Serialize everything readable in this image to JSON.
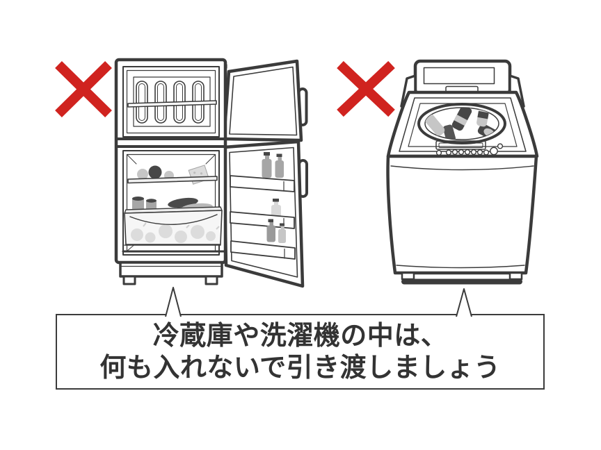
{
  "figure": {
    "caption": {
      "line1": "冷蔵庫や洗濯機の中は、",
      "line2": "何も入れないで引き渡しましょう"
    },
    "prohibition_marks": [
      {
        "target": "refrigerator",
        "symbol": "×"
      },
      {
        "target": "washing-machine",
        "symbol": "×"
      }
    ],
    "colors": {
      "prohibition_red": "#d0231f",
      "outline": "#3b3b3b",
      "text": "#333333",
      "fill_light": "#c6c6c6",
      "fill_mid": "#a6a6a6",
      "fill_dark": "#474747",
      "fill_faint": "#dcdcdc",
      "background": "#ffffff"
    }
  }
}
